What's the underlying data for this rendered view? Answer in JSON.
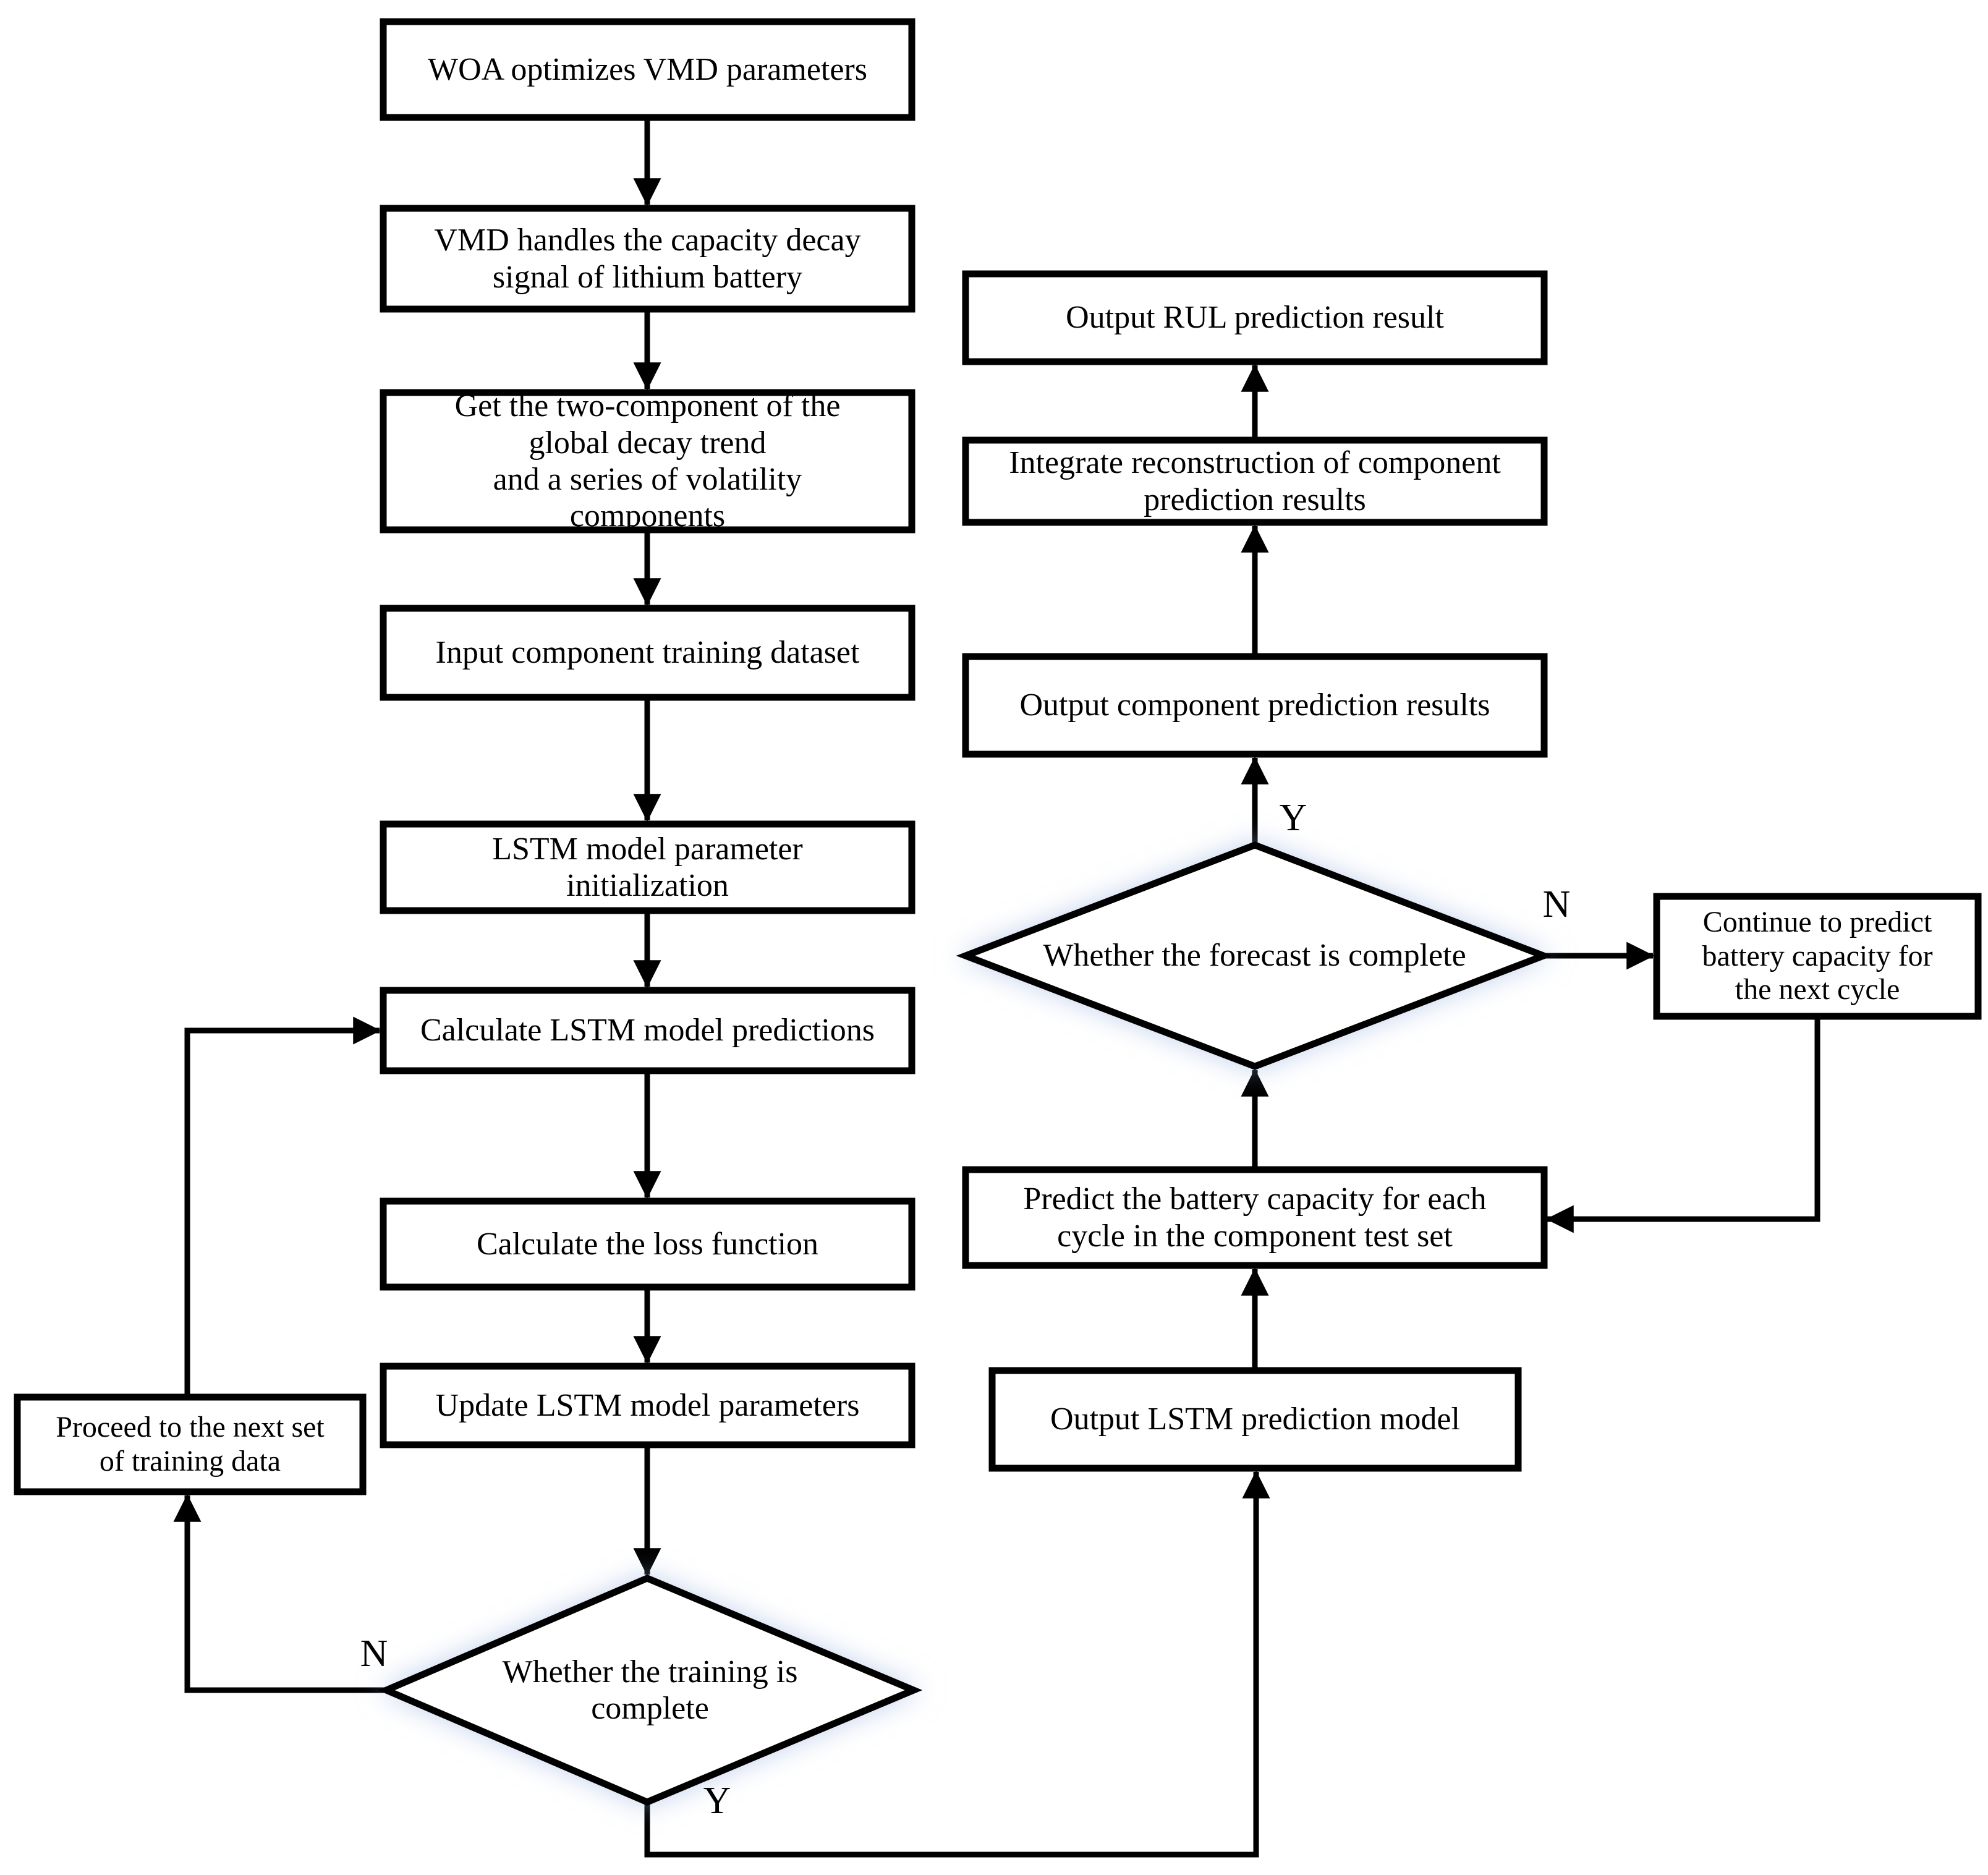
{
  "flowchart": {
    "nodes": {
      "woa": {
        "label": "WOA optimizes VMD parameters"
      },
      "vmd_handles": {
        "label": "VMD handles the capacity decay\nsignal of lithium battery"
      },
      "get_components": {
        "label": "Get the two-component of the\nglobal decay trend\nand a series of volatility\ncomponents"
      },
      "input_dataset": {
        "label": "Input component training dataset"
      },
      "lstm_init": {
        "label": "LSTM model parameter\ninitialization"
      },
      "calc_predictions": {
        "label": "Calculate LSTM model predictions"
      },
      "calc_loss": {
        "label": "Calculate the loss function"
      },
      "update_params": {
        "label": "Update LSTM model parameters"
      },
      "training_complete": {
        "label": "Whether the training is\ncomplete"
      },
      "proceed_next": {
        "label": "Proceed to the next set\nof training data"
      },
      "output_lstm": {
        "label": "Output LSTM prediction model"
      },
      "predict_capacity": {
        "label": "Predict the battery capacity for each\ncycle in the component test set"
      },
      "forecast_complete": {
        "label": "Whether the forecast is complete"
      },
      "continue_predict": {
        "label": "Continue to predict\nbattery capacity for\nthe next cycle"
      },
      "output_component": {
        "label": "Output component prediction results"
      },
      "integrate": {
        "label": "Integrate reconstruction of component\nprediction results"
      },
      "output_rul": {
        "label": "Output RUL prediction result"
      }
    },
    "branch_labels": {
      "training_no": "N",
      "training_yes": "Y",
      "forecast_no": "N",
      "forecast_yes": "Y"
    },
    "colors": {
      "stroke": "#000000",
      "background": "#ffffff",
      "diamond_glow": "#96afdc"
    }
  }
}
